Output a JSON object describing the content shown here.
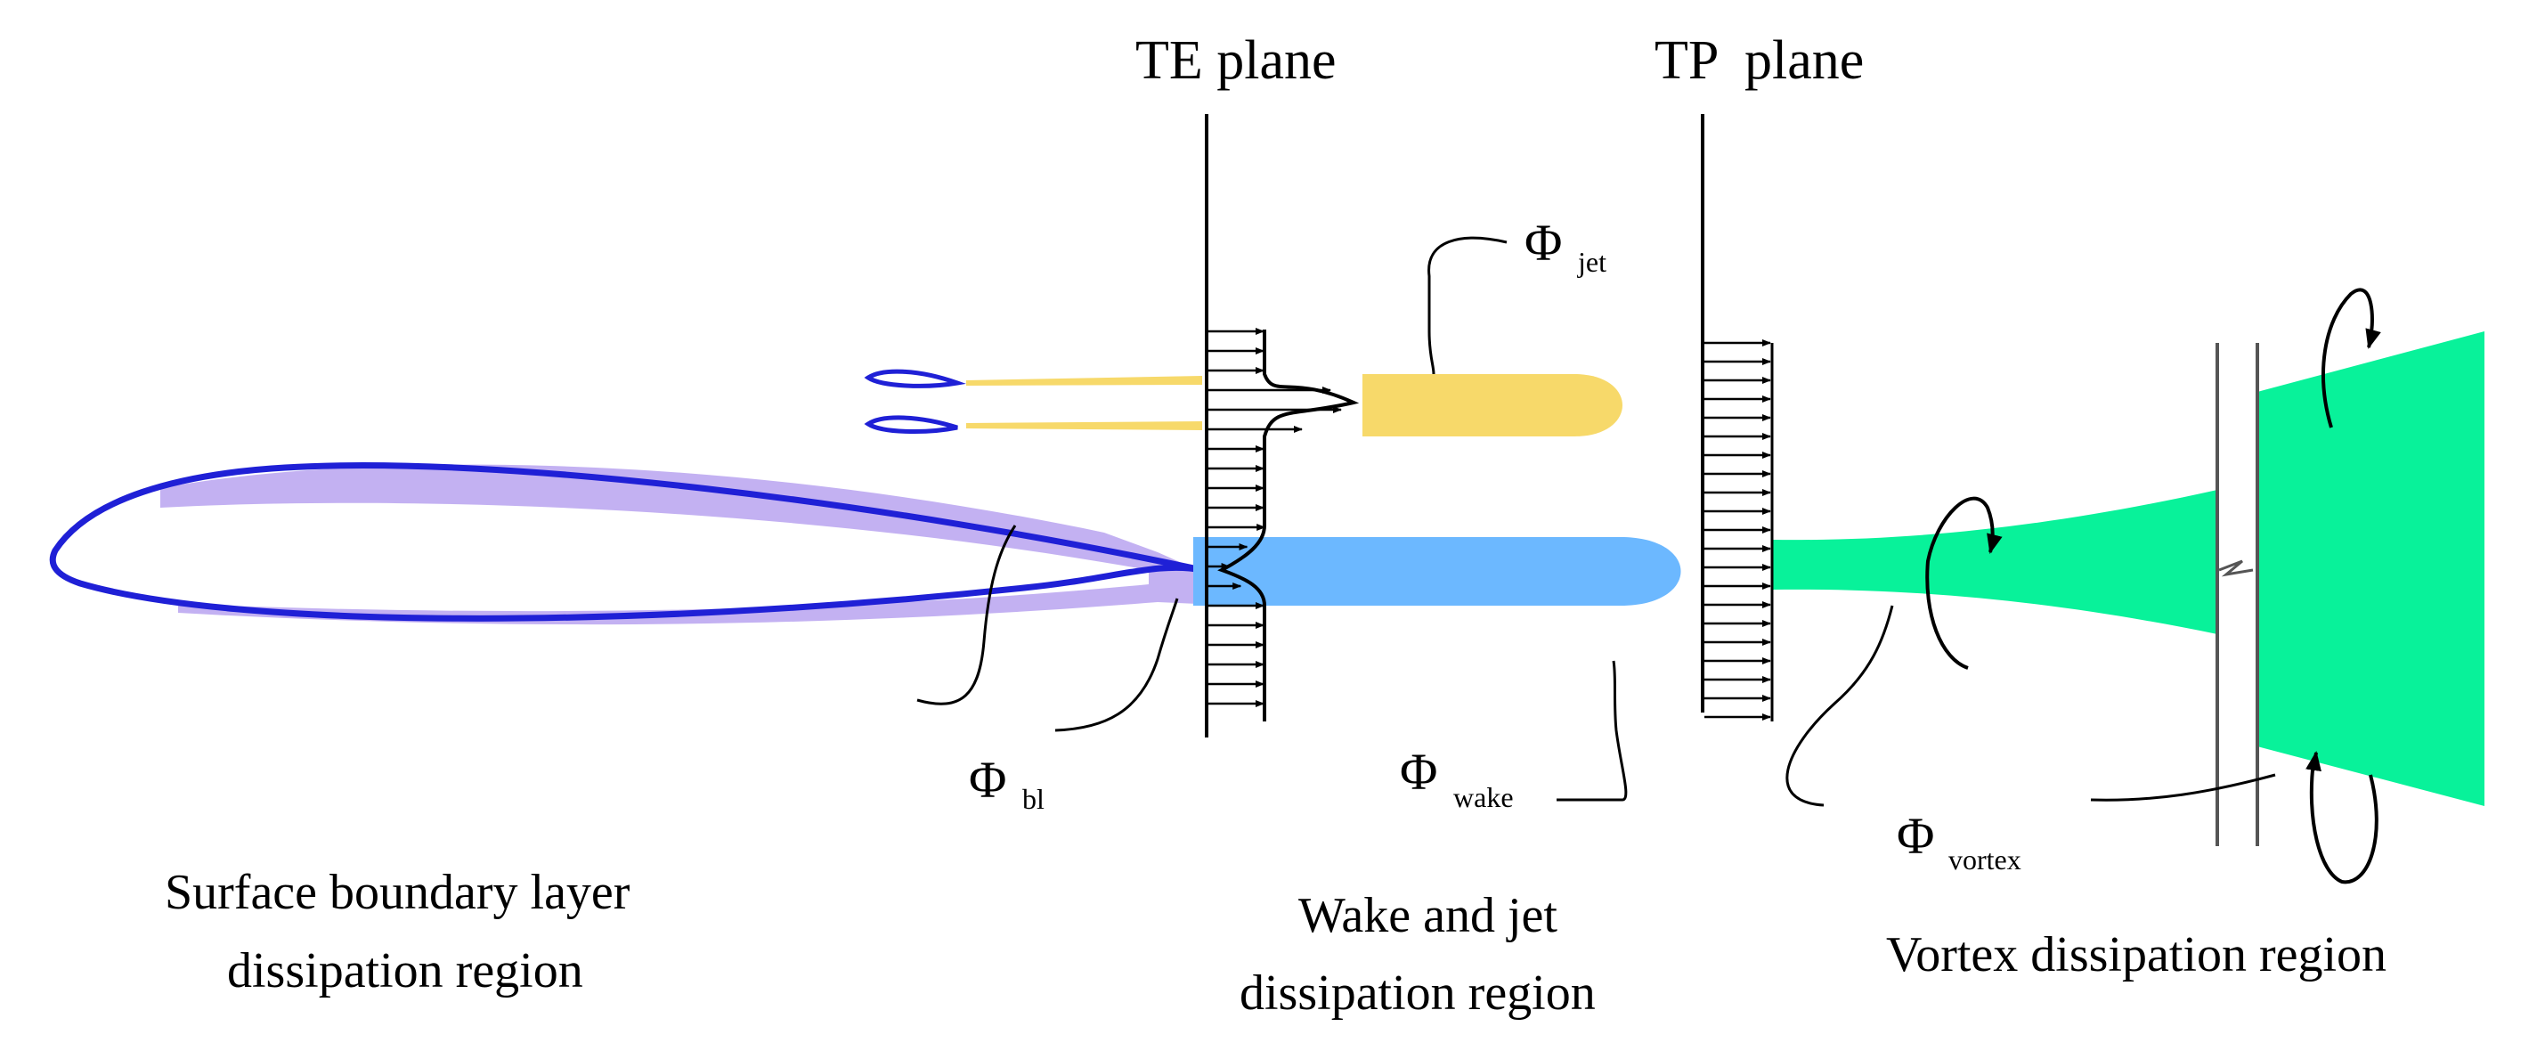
{
  "planes": {
    "te": "TE plane",
    "tp": "TP  plane"
  },
  "symbols": {
    "phi": "Φ",
    "jet_sub": "jet",
    "bl_sub": "bl",
    "wake_sub": "wake",
    "vortex_sub": "vortex"
  },
  "regions": {
    "surface_line1": "Surface boundary layer",
    "surface_line2": "dissipation region",
    "wake_line1": "Wake and jet",
    "wake_line2": "dissipation region",
    "vortex": "Vortex dissipation region"
  },
  "colors": {
    "airfoil_outline": "#1f20d6",
    "boundary_layer": "#b9a3f0",
    "jet": "#f7d96a",
    "wake": "#6cb8ff",
    "vortex": "#08f29a"
  }
}
